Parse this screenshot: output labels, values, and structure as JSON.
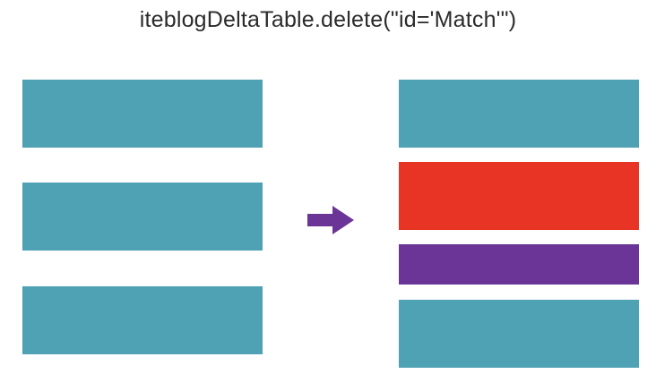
{
  "title": "iteblogDeltaTable.delete(\"id='Match'\")",
  "colors": {
    "teal": "#4fa1b4",
    "red": "#e73425",
    "purple": "#6a3596",
    "arrow": "#6a3596",
    "title_text": "#2b2b2b"
  },
  "diagram": {
    "before_blocks": [
      "teal",
      "teal",
      "teal"
    ],
    "after_blocks": [
      "teal",
      "red",
      "purple",
      "teal"
    ],
    "arrow_icon": "right-arrow-icon"
  }
}
